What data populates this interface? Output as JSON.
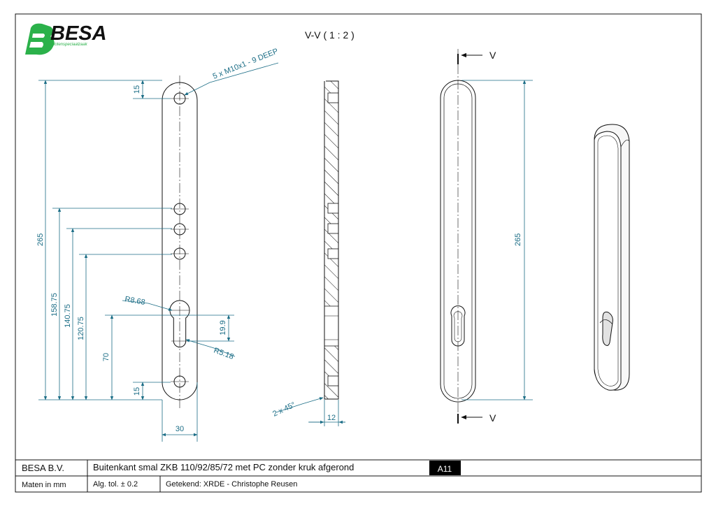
{
  "logo": {
    "letters": "BESA",
    "tagline": "slotenspeciaalzaak",
    "brand_color": "#2bb14a"
  },
  "section_title": "V-V ( 1 : 2 )",
  "section_marker": "V",
  "front_view": {
    "hole_note": "5 x M10x1 - 9 DEEP",
    "dim_total": "265",
    "dim_top": "15",
    "dim_bottom": "15",
    "dim_158": "158.75",
    "dim_140": "140.75",
    "dim_120": "120.75",
    "dim_70": "70",
    "dim_width": "30",
    "dim_r868": "R8.68",
    "dim_r518": "R5.18",
    "dim_199": "19.9"
  },
  "side_view": {
    "chamfer": "2 x 45°",
    "thickness": "12"
  },
  "section_view": {
    "dim_total": "265"
  },
  "title_block": {
    "company": "BESA B.V.",
    "title": "Buitenkant smal ZKB 110/92/85/72 met PC zonder kruk afgerond",
    "sheet": "A11",
    "units": "Maten in mm",
    "tolerance": "Alg. tol. ± 0.2",
    "drawn_by": "Getekend: XRDE - Christophe Reusen"
  },
  "colors": {
    "dimension": "#1b6d86",
    "line": "#111111",
    "sheet_badge": "#000000"
  }
}
